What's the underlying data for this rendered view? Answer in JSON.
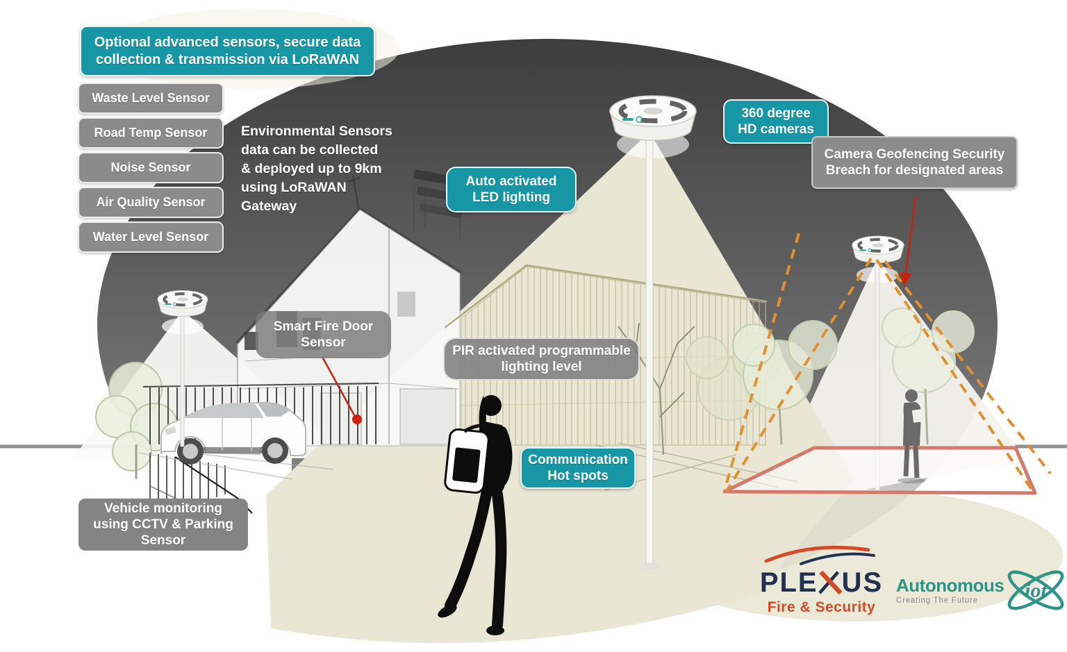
{
  "banner": {
    "text": "Optional advanced sensors, secure data collection & transmission via LoRaWAN"
  },
  "sensors": {
    "items": [
      "Waste Level Sensor",
      "Road Temp Sensor",
      "Noise Sensor",
      "Air Quality Sensor",
      "Water Level Sensor"
    ]
  },
  "env_note": {
    "lines": [
      "Environmental Sensors",
      "data can be collected",
      "& deployed up to 9km",
      "using LoRaWAN",
      "Gateway"
    ]
  },
  "callouts": {
    "auto_led": "Auto activated LED lighting",
    "hd_cameras": "360 degree HD cameras",
    "geofencing": "Camera Geofencing Security Breach for designated areas",
    "fire_door": "Smart Fire Door Sensor",
    "pir": "PIR activated programmable lighting level",
    "hotspots": "Communication Hot spots",
    "vehicle": "Vehicle monitoring using CCTV &  Parking Sensor"
  },
  "logos": {
    "plexus": {
      "part1": "PLE",
      "part2": "US",
      "tagline": "Fire & Security"
    },
    "autonomous": {
      "name": "Autonomous",
      "tagline": "Creating The Future",
      "iot": "iot"
    }
  },
  "colors": {
    "teal": "#1797A6",
    "label_gray": "#8B8B8B",
    "dome_dark": "#3E3E3E",
    "light_beige": "#E9E7D4",
    "orange_dash": "#E0902E",
    "geofence_red": "#D4796C",
    "leader_red": "#C52310",
    "plexus_navy": "#233050",
    "plexus_orange": "#D54A27",
    "autonomous_teal": "#2F9387"
  }
}
